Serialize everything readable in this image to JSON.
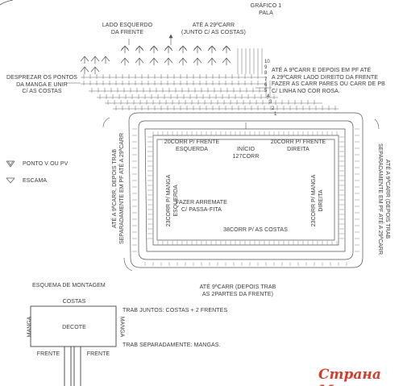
{
  "chart": {
    "title": "GRÁFICO 1",
    "subtitle": "PALA",
    "labels": {
      "lado_esquerdo": "LADO ESQUERDO\nDA FRENTE",
      "ate_29_top": "ATÉ A 29ªCARR\n(JUNTO C/ AS COSTAS)",
      "desprezar": "DESPREZAR OS PONTOS\nDA MANGA E UNIR\nC/ AS COSTAS",
      "ate_9_right": "ATÉ A 9ªCARR E DEPOIS EM PF ATÉ\nA 29ªCARR LADO DIREITO DA FRENTE\nFAZER AS CARR PARES OU CARR DE PB\nC/ LINHA NO COR ROSA.",
      "frente_esquerda": "20CORR P/ FRENTE\nESQUERDA",
      "inicio": "INÍCIO\n127CORR",
      "frente_direita": "20CORR P/ FRENTE\nDIREITA",
      "manga_left": "23CORR P/ MANGA\nESQUERDA",
      "manga_right": "23CORR P/ MANGA\nDIREITA",
      "left_vertical": "ATÉ A 9ªCARR, DEPOIS TRAB\nSEPARADAMENTE EM PF ATÉ A 29ªCARR",
      "right_vertical": "ATÉ A 9ªCARR (DEPOIS TRAB\nSEPARADAMENTE EM PF ATÉ A 29ªCARR",
      "arremate": "FAZER ARREMATE\nC/ PASSA-FITA",
      "costas": "38CORR P/ AS COSTAS",
      "bottom_note": "ATÉ 9ªCARR (DEPOIS TRAB\nAS 2PARTES DA FRENTE)"
    },
    "row_numbers": [
      "10",
      "9",
      "8",
      "7",
      "6",
      "5",
      "4",
      "3",
      "2",
      "1"
    ]
  },
  "legend": {
    "items": [
      {
        "symbol": "v-stitch-icon",
        "label": "PONTO V OU PV"
      },
      {
        "symbol": "shell-icon",
        "label": "ESCAMA"
      }
    ]
  },
  "assembly": {
    "title": "ESQUEMA DE MONTAGEM",
    "costas": "COSTAS",
    "decote": "DECOTE",
    "manga_left": "MANGA",
    "manga_right": "MANGA",
    "frente_left": "FRENTE",
    "frente_right": "FRENTE",
    "note1": "TRAB JUNTOS: COSTAS + 2 FRENTES",
    "note2": "TRAB SEPARADAMENTE: MANGAS."
  },
  "watermark": "Страна Мам",
  "colors": {
    "ink": "#3a3a3a",
    "line": "#555555",
    "watermark": "#d43d2b"
  }
}
